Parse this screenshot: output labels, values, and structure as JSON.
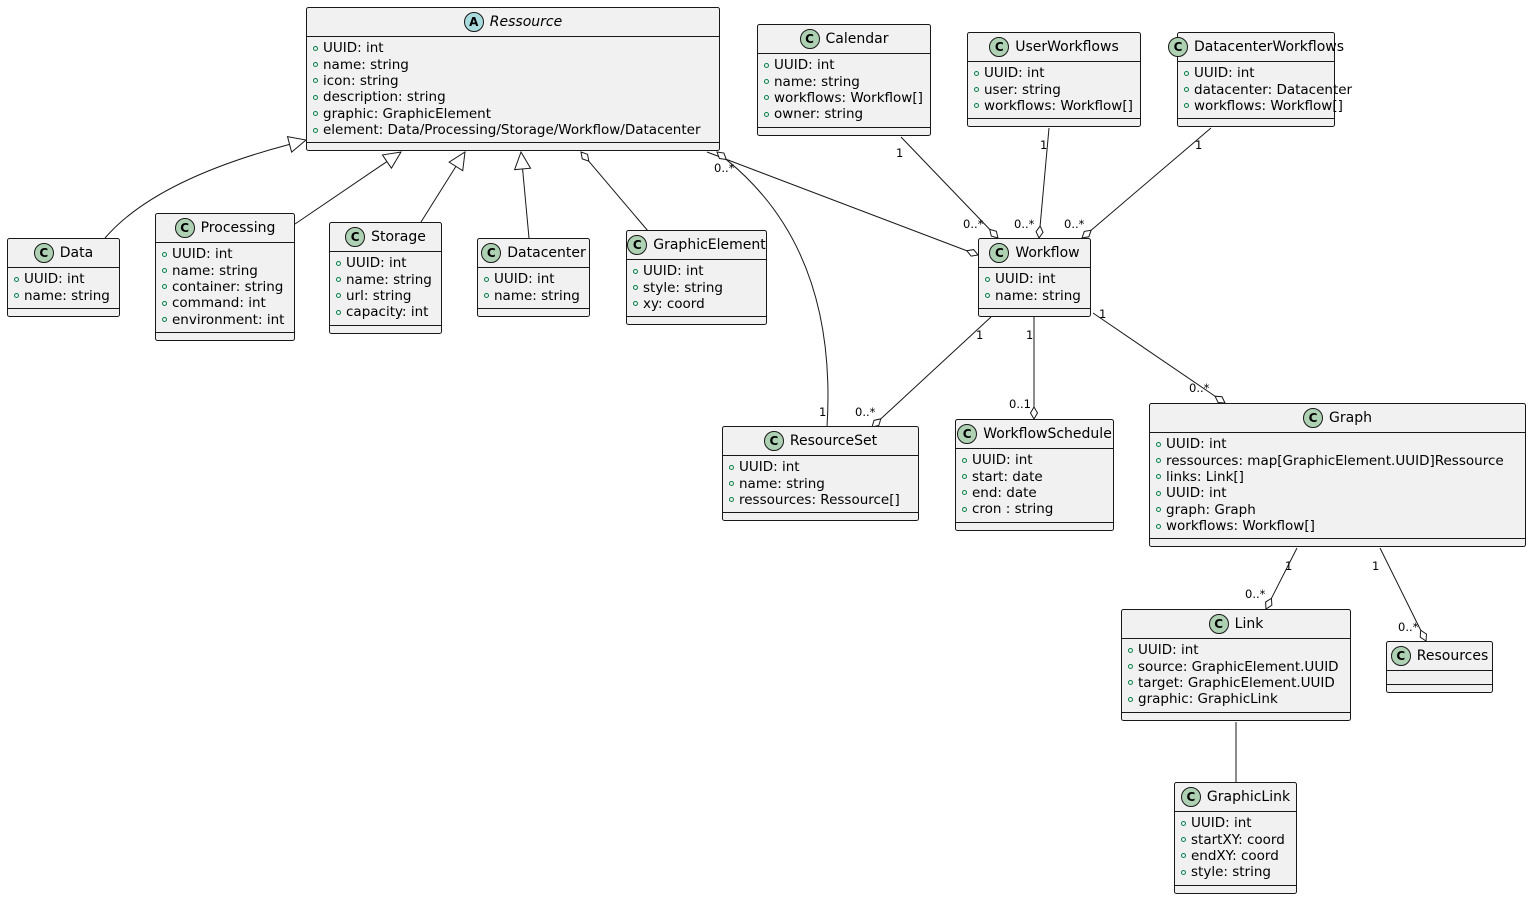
{
  "diagram": {
    "classes": [
      {
        "id": "Ressource",
        "name": "Ressource",
        "stereotype": "A",
        "abstract": true,
        "attributes": [
          "UUID: int",
          "name: string",
          "icon: string",
          "description: string",
          "graphic: GraphicElement",
          "element: Data/Processing/Storage/Workflow/Datacenter"
        ]
      },
      {
        "id": "Calendar",
        "name": "Calendar",
        "stereotype": "C",
        "attributes": [
          "UUID: int",
          "name: string",
          "workflows: Workflow[]",
          "owner: string"
        ]
      },
      {
        "id": "UserWorkflows",
        "name": "UserWorkflows",
        "stereotype": "C",
        "attributes": [
          "UUID: int",
          "user: string",
          "workflows: Workflow[]"
        ]
      },
      {
        "id": "DatacenterWorkflows",
        "name": "DatacenterWorkflows",
        "stereotype": "C",
        "attributes": [
          "UUID: int",
          "datacenter: Datacenter",
          "workflows: Workflow[]"
        ]
      },
      {
        "id": "Data",
        "name": "Data",
        "stereotype": "C",
        "attributes": [
          "UUID: int",
          "name: string"
        ]
      },
      {
        "id": "Processing",
        "name": "Processing",
        "stereotype": "C",
        "attributes": [
          "UUID: int",
          "name: string",
          "container: string",
          "command: int",
          "environment: int"
        ]
      },
      {
        "id": "Storage",
        "name": "Storage",
        "stereotype": "C",
        "attributes": [
          "UUID: int",
          "name: string",
          "url: string",
          "capacity: int"
        ]
      },
      {
        "id": "Datacenter",
        "name": "Datacenter",
        "stereotype": "C",
        "attributes": [
          "UUID: int",
          "name: string"
        ]
      },
      {
        "id": "GraphicElement",
        "name": "GraphicElement",
        "stereotype": "C",
        "attributes": [
          "UUID: int",
          "style: string",
          "xy: coord"
        ]
      },
      {
        "id": "Workflow",
        "name": "Workflow",
        "stereotype": "C",
        "attributes": [
          "UUID: int",
          "name: string"
        ]
      },
      {
        "id": "ResourceSet",
        "name": "ResourceSet",
        "stereotype": "C",
        "attributes": [
          "UUID: int",
          "name: string",
          "ressources: Ressource[]"
        ]
      },
      {
        "id": "WorkflowSchedule",
        "name": "WorkflowSchedule",
        "stereotype": "C",
        "attributes": [
          "UUID: int",
          "start: date",
          "end: date",
          "cron : string"
        ]
      },
      {
        "id": "Graph",
        "name": "Graph",
        "stereotype": "C",
        "attributes": [
          "UUID: int",
          "ressources: map[GraphicElement.UUID]Ressource",
          "links: Link[]",
          "UUID: int",
          "graph: Graph",
          "workflows: Workflow[]"
        ]
      },
      {
        "id": "Link",
        "name": "Link",
        "stereotype": "C",
        "attributes": [
          "UUID: int",
          "source: GraphicElement.UUID",
          "target: GraphicElement.UUID",
          "graphic: GraphicLink"
        ]
      },
      {
        "id": "Resources",
        "name": "Resources",
        "stereotype": "C",
        "attributes": []
      },
      {
        "id": "GraphicLink",
        "name": "GraphicLink",
        "stereotype": "C",
        "attributes": [
          "UUID: int",
          "startXY: coord",
          "endXY: coord",
          "style: string"
        ]
      }
    ],
    "relations": [
      {
        "type": "inheritance",
        "from": "Data",
        "to": "Ressource"
      },
      {
        "type": "inheritance",
        "from": "Processing",
        "to": "Ressource"
      },
      {
        "type": "inheritance",
        "from": "Storage",
        "to": "Ressource"
      },
      {
        "type": "inheritance",
        "from": "Datacenter",
        "to": "Ressource"
      },
      {
        "type": "aggregation",
        "whole": "GraphicElement",
        "part": "Ressource"
      },
      {
        "type": "aggregation",
        "whole": "Ressource",
        "part": "Workflow",
        "whole_mult": "0..*"
      },
      {
        "type": "aggregation",
        "whole": "ResourceSet",
        "part": "Ressource",
        "whole_mult": "1"
      },
      {
        "type": "aggregation",
        "whole": "Calendar",
        "part": "Workflow",
        "whole_mult": "1",
        "part_mult": "0..*"
      },
      {
        "type": "aggregation",
        "whole": "UserWorkflows",
        "part": "Workflow",
        "whole_mult": "1",
        "part_mult": "0..*"
      },
      {
        "type": "aggregation",
        "whole": "DatacenterWorkflows",
        "part": "Workflow",
        "whole_mult": "1",
        "part_mult": "0..*"
      },
      {
        "type": "aggregation",
        "whole": "Workflow",
        "part": "ResourceSet",
        "whole_mult": "1",
        "part_mult": "0..*"
      },
      {
        "type": "aggregation",
        "whole": "Workflow",
        "part": "WorkflowSchedule",
        "whole_mult": "1",
        "part_mult": "0..1"
      },
      {
        "type": "aggregation",
        "whole": "Workflow",
        "part": "Graph",
        "whole_mult": "1",
        "part_mult": "0..*"
      },
      {
        "type": "aggregation",
        "whole": "Graph",
        "part": "Link",
        "whole_mult": "1",
        "part_mult": "0..*"
      },
      {
        "type": "aggregation",
        "whole": "Graph",
        "part": "Resources",
        "whole_mult": "1",
        "part_mult": "0..*"
      },
      {
        "type": "association",
        "from": "Link",
        "to": "GraphicLink"
      }
    ],
    "colors": {
      "class_fill": "#f1f1f1",
      "border": "#181818",
      "class_circle": "#add1b2",
      "abstract_circle": "#a9dcdf",
      "public_marker": "#038048"
    }
  }
}
